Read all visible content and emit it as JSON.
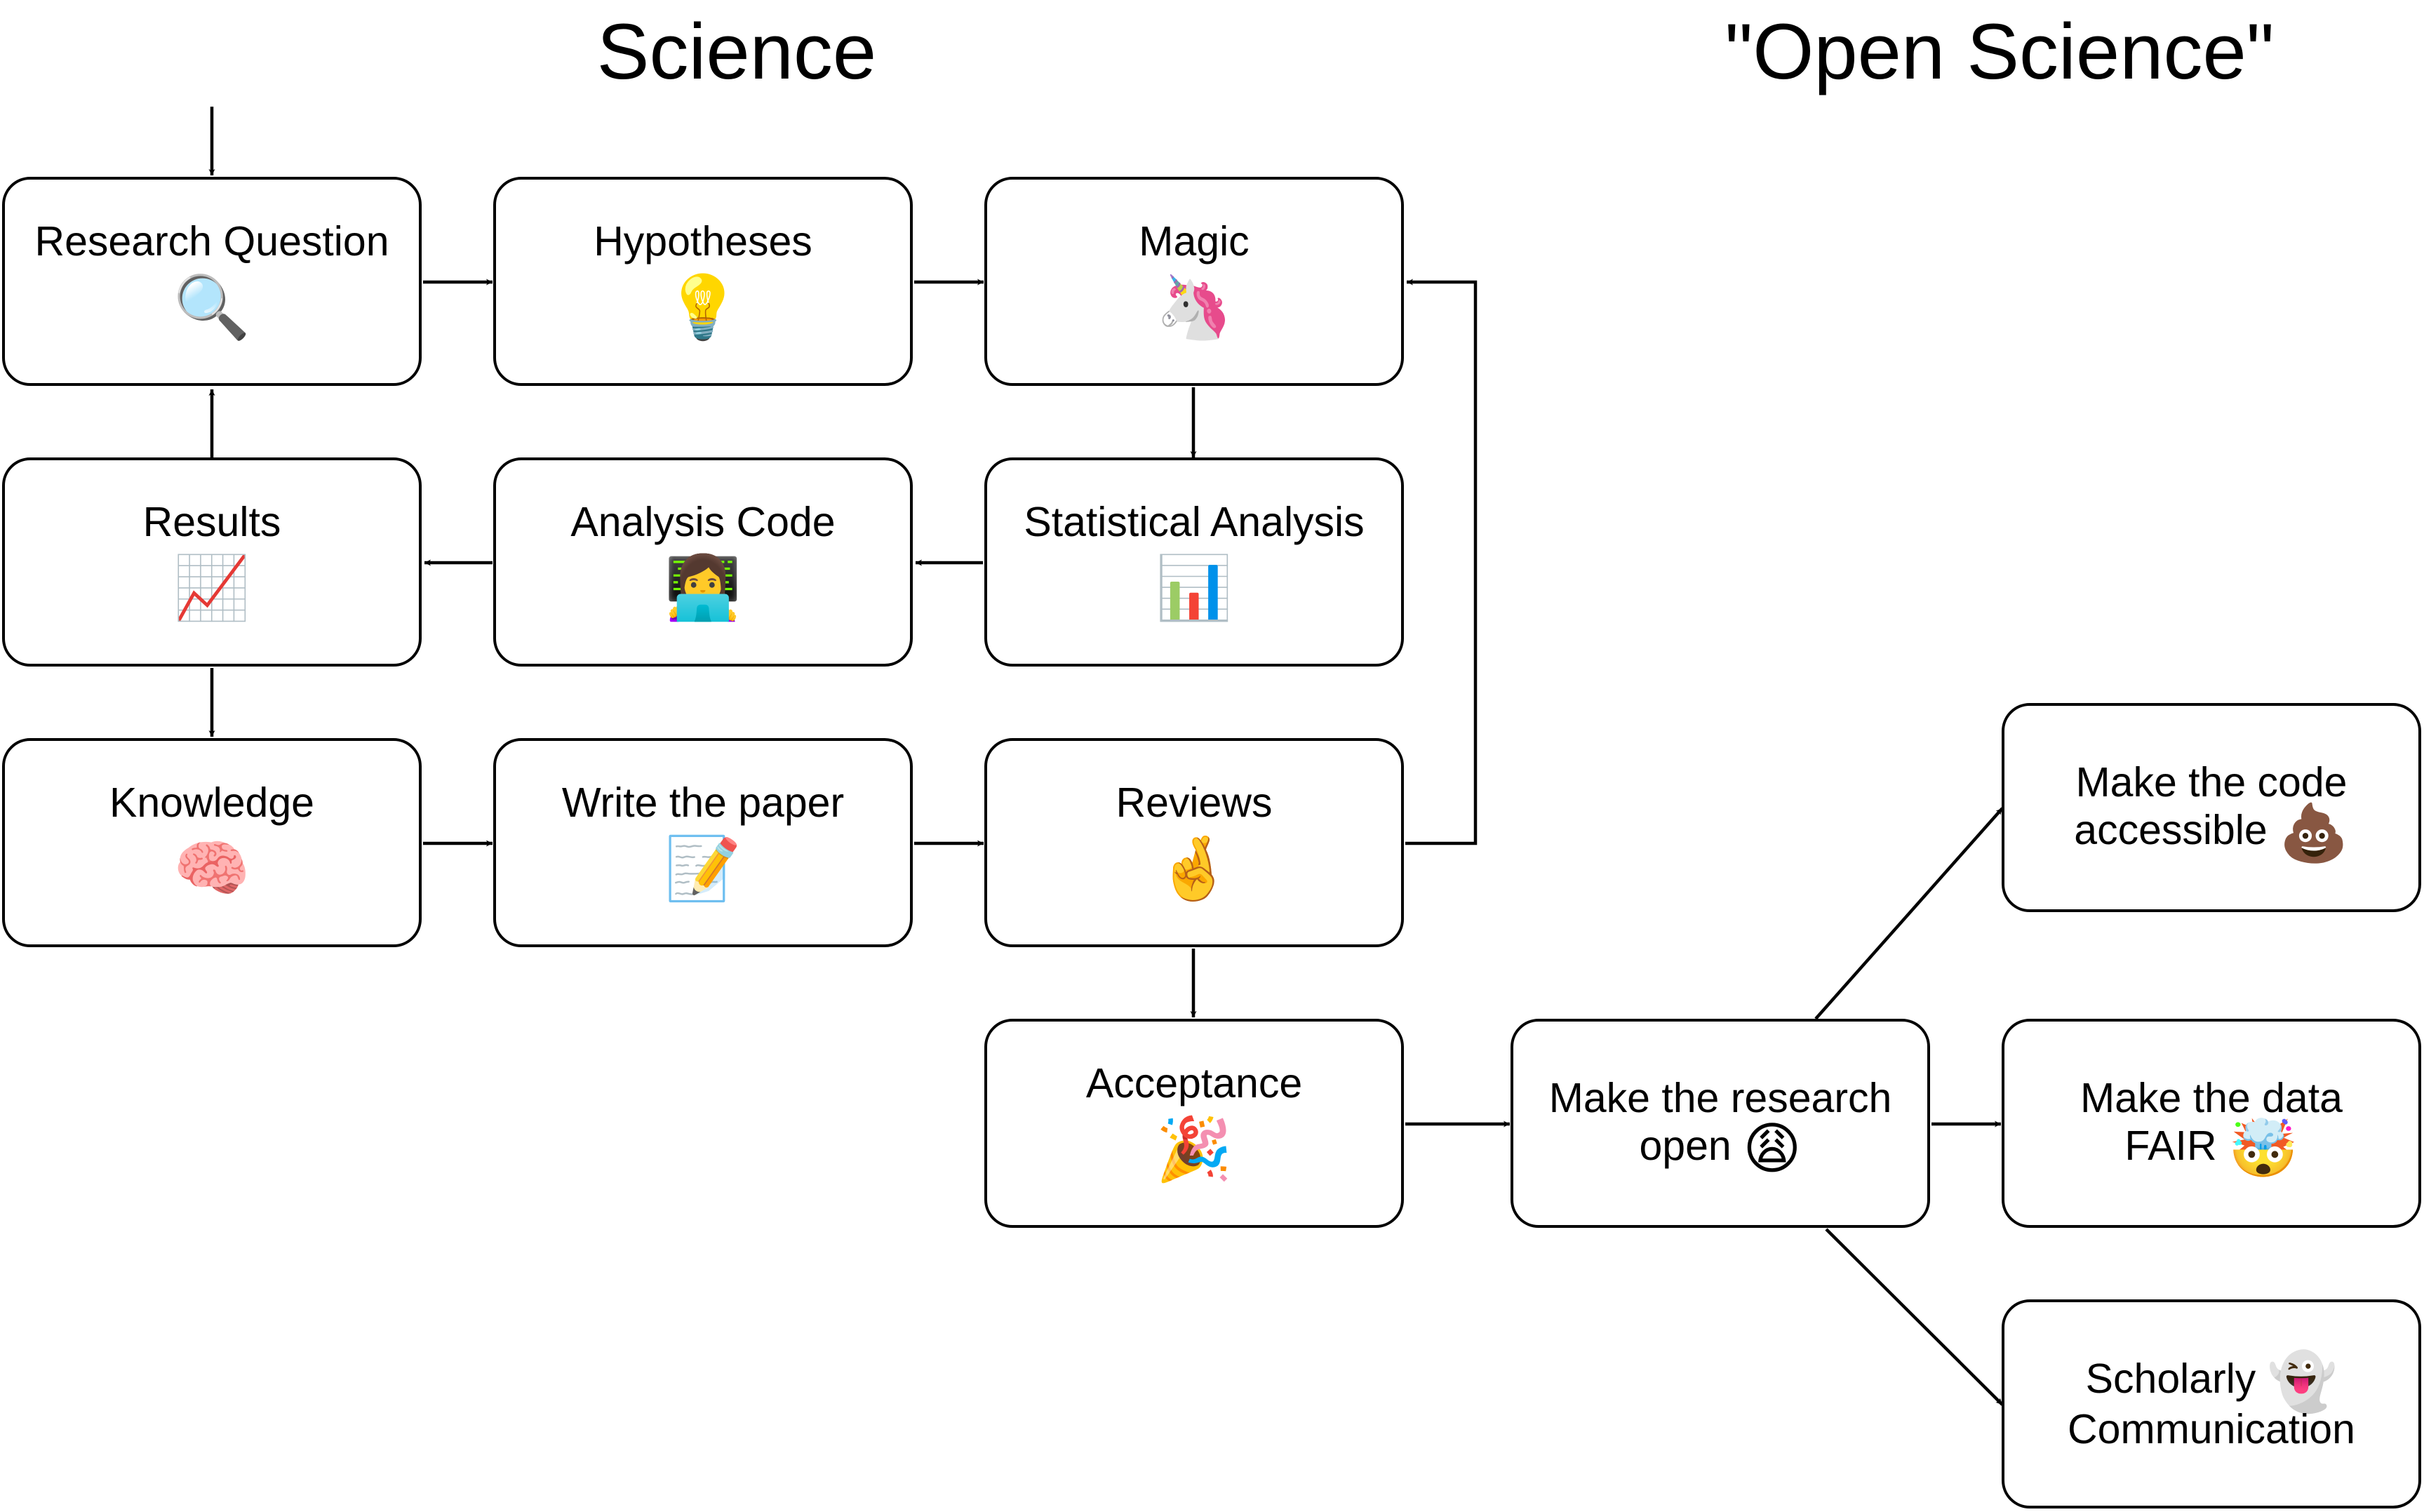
{
  "headings": {
    "science": "Science",
    "open_science": "\"Open Science\""
  },
  "nodes": {
    "research_question": {
      "label": "Research Question",
      "emoji": "🔍"
    },
    "hypotheses": {
      "label": "Hypotheses",
      "emoji": "💡"
    },
    "magic": {
      "label": "Magic",
      "emoji": "🦄"
    },
    "results": {
      "label": "Results",
      "emoji": "📈"
    },
    "analysis_code": {
      "label": "Analysis Code",
      "emoji": "👩‍💻"
    },
    "statistical_analysis": {
      "label": "Statistical Analysis",
      "emoji": "📊"
    },
    "knowledge": {
      "label": "Knowledge",
      "emoji": "🧠"
    },
    "write_paper": {
      "label": "Write the paper",
      "emoji": "📝"
    },
    "reviews": {
      "label": "Reviews",
      "emoji": "🤞"
    },
    "acceptance": {
      "label": "Acceptance",
      "emoji": "🎉"
    },
    "make_research_open": {
      "label_line1": "Make the research",
      "label_line2": "open",
      "emoji": "😩"
    },
    "make_code_accessible": {
      "label_line1": "Make the code",
      "label_line2": "accessible",
      "emoji": "💩"
    },
    "make_data_fair": {
      "label_line1": "Make the data",
      "label_line2": "FAIR",
      "emoji": "🤯"
    },
    "scholarly_communication": {
      "label_line1": "Scholarly",
      "label_line2": "Communication",
      "emoji": "👻"
    }
  }
}
